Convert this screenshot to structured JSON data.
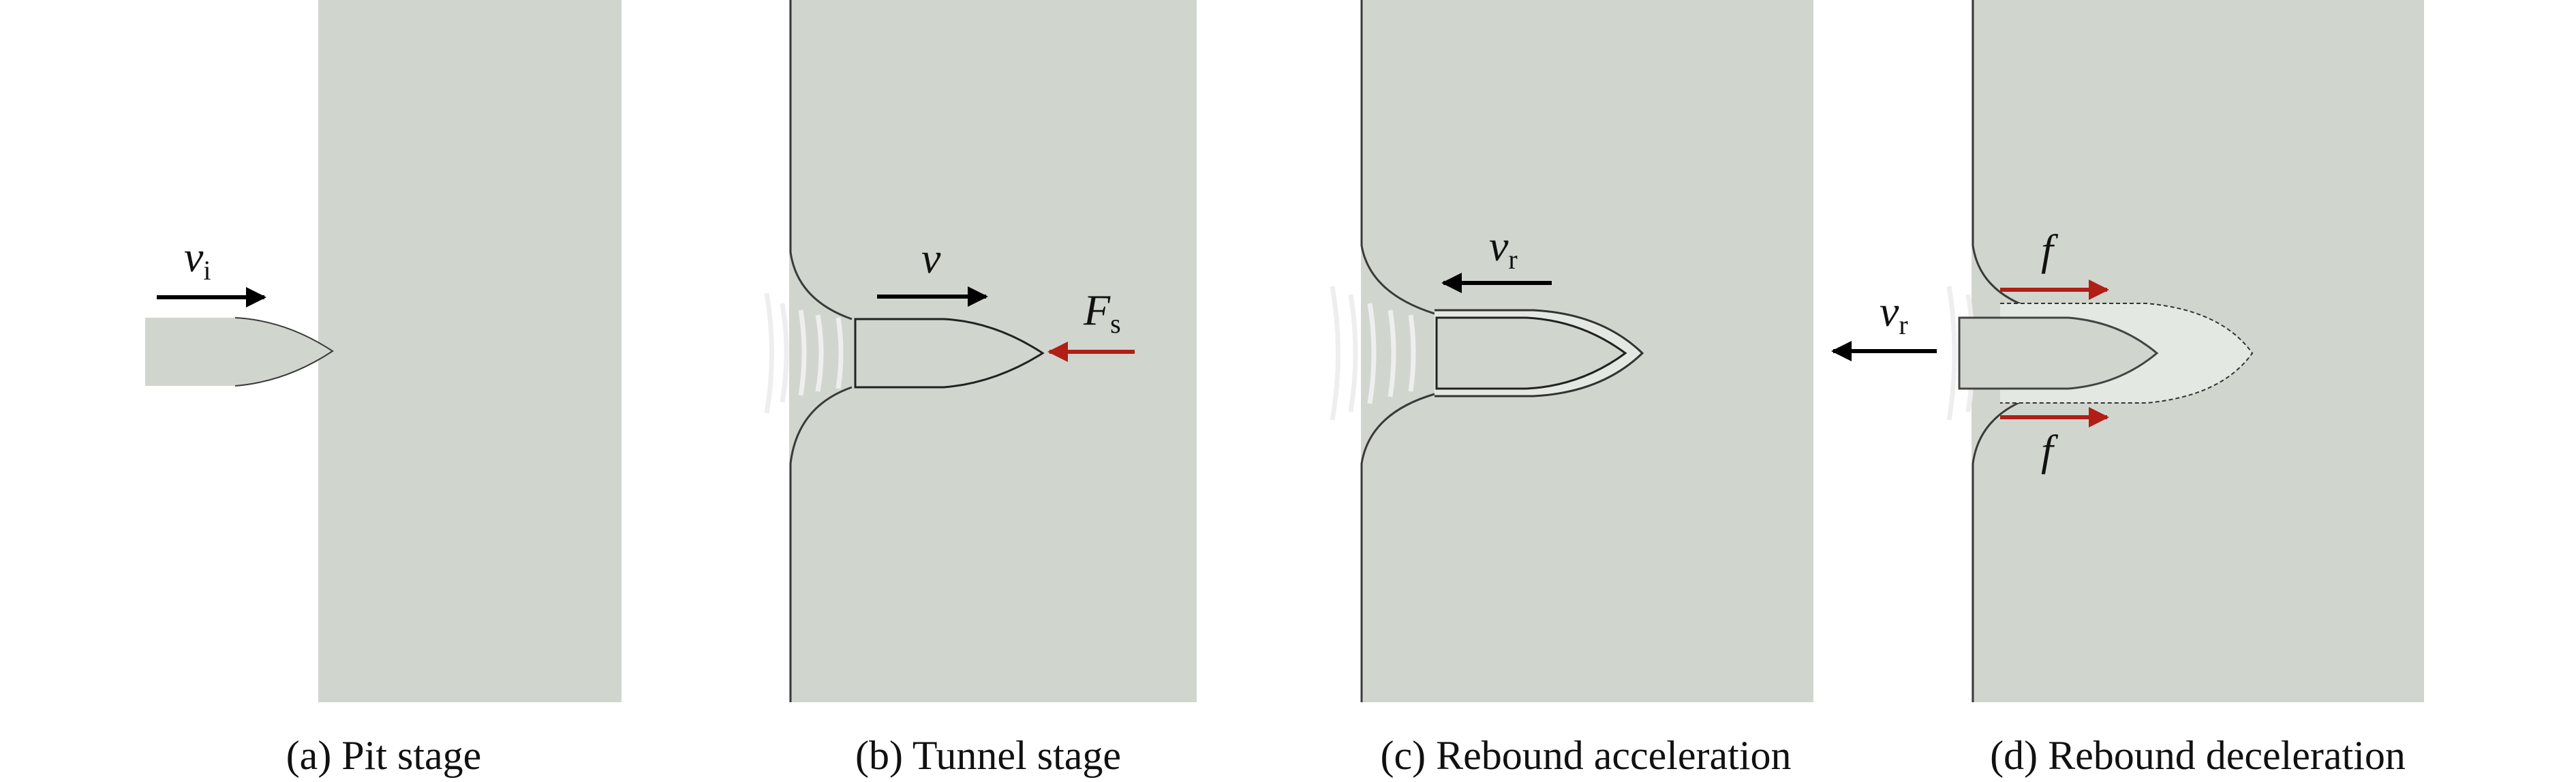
{
  "panels": [
    {
      "caption": "(a) Pit stage"
    },
    {
      "caption": "(b) Tunnel stage"
    },
    {
      "caption": "(c) Rebound acceleration"
    },
    {
      "caption": "(d) Rebound deceleration"
    }
  ],
  "labels": {
    "vi": {
      "symbol": "v",
      "sub": "i"
    },
    "v": {
      "symbol": "v"
    },
    "fs": {
      "symbol": "F",
      "sub": "s"
    },
    "vr_c": {
      "symbol": "v",
      "sub": "r"
    },
    "vr_d": {
      "symbol": "v",
      "sub": "r"
    },
    "f_top": {
      "symbol": "f"
    },
    "f_bottom": {
      "symbol": "f"
    }
  },
  "colors": {
    "target": "#d0d6ce",
    "projectile": "#d0d6ce",
    "arrow_black": "#000000",
    "arrow_red": "#b01e16"
  }
}
